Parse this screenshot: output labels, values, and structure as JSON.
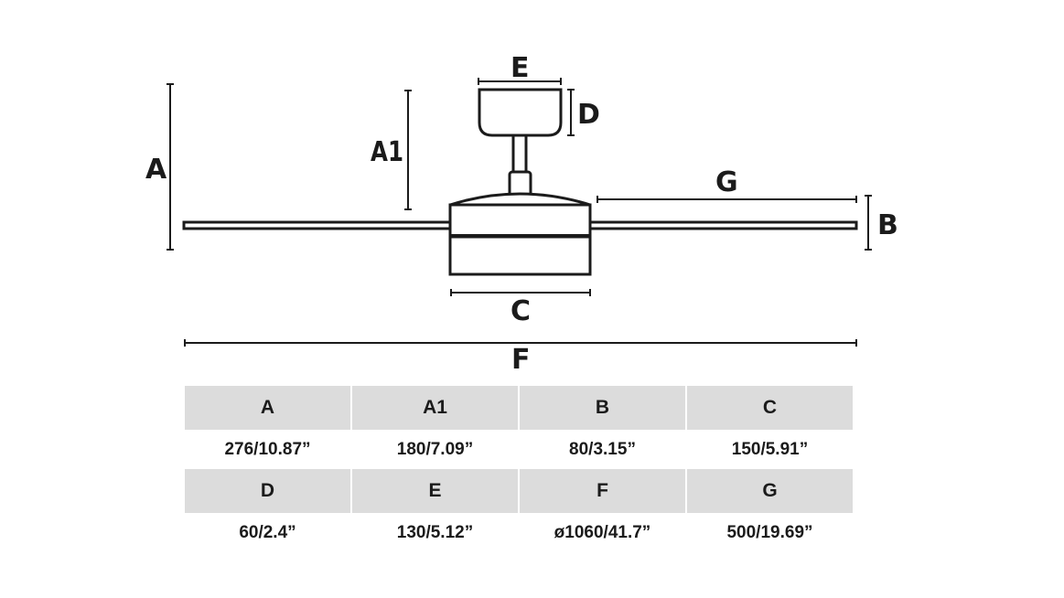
{
  "labels": {
    "A": "A",
    "A1": "A1",
    "B": "B",
    "C": "C",
    "D": "D",
    "E": "E",
    "F": "F",
    "G": "G"
  },
  "table": {
    "rows": [
      {
        "headers": [
          "A",
          "A1",
          "B",
          "C"
        ],
        "values": [
          "276/10.87”",
          "180/7.09”",
          "80/3.15”",
          "150/5.91”"
        ]
      },
      {
        "headers": [
          "D",
          "E",
          "F",
          "G"
        ],
        "values": [
          "60/2.4”",
          "130/5.12”",
          "ø1060/41.7”",
          "500/19.69”"
        ]
      }
    ]
  }
}
